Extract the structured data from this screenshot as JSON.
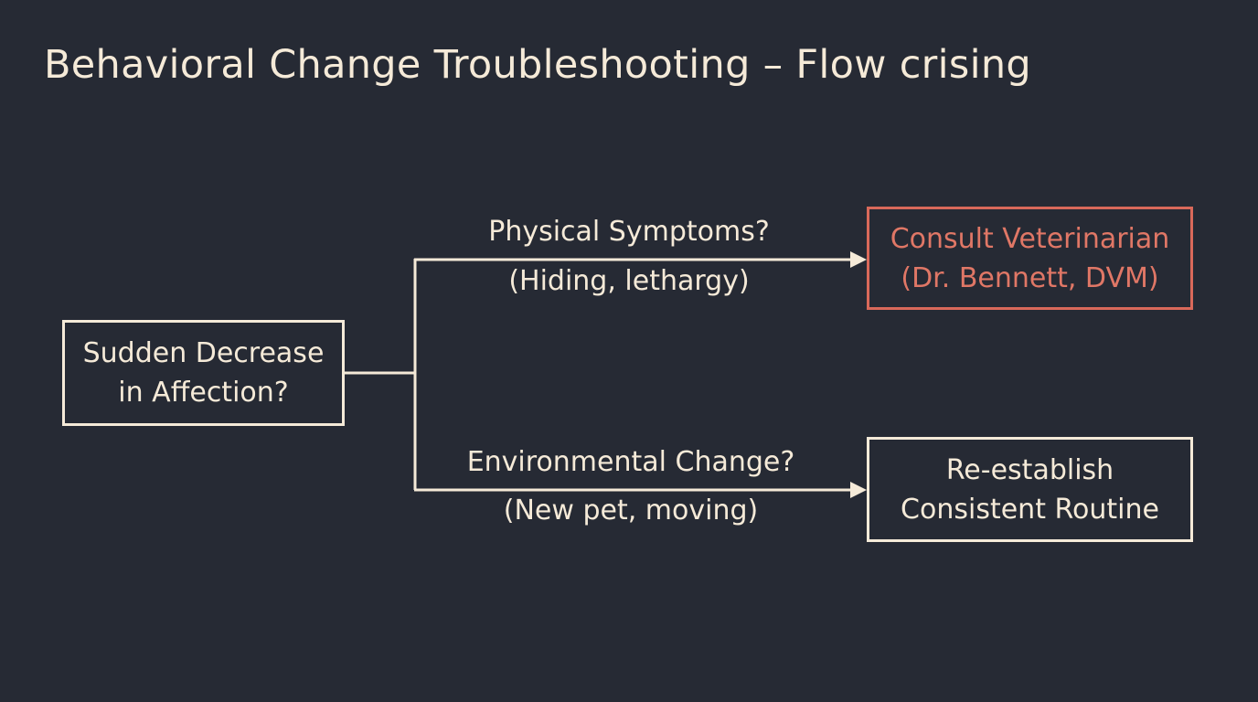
{
  "title": "Behavioral Change Troubleshooting – Flow crising",
  "nodes": {
    "start": {
      "line1": "Sudden Decrease",
      "line2": "in Affection?"
    },
    "vet": {
      "line1": "Consult Veterinarian",
      "line2": "(Dr. Bennett, DVM)"
    },
    "routine": {
      "line1": "Re-establish",
      "line2": "Consistent Routine"
    }
  },
  "edges": {
    "physical": {
      "question": "Physical Symptoms?",
      "detail": "(Hiding, lethargy)"
    },
    "environmental": {
      "question": "Environmental Change?",
      "detail": "(New pet, moving)"
    }
  },
  "colors": {
    "background": "#262a34",
    "line": "#f5ead8",
    "alert": "#d9695a"
  }
}
